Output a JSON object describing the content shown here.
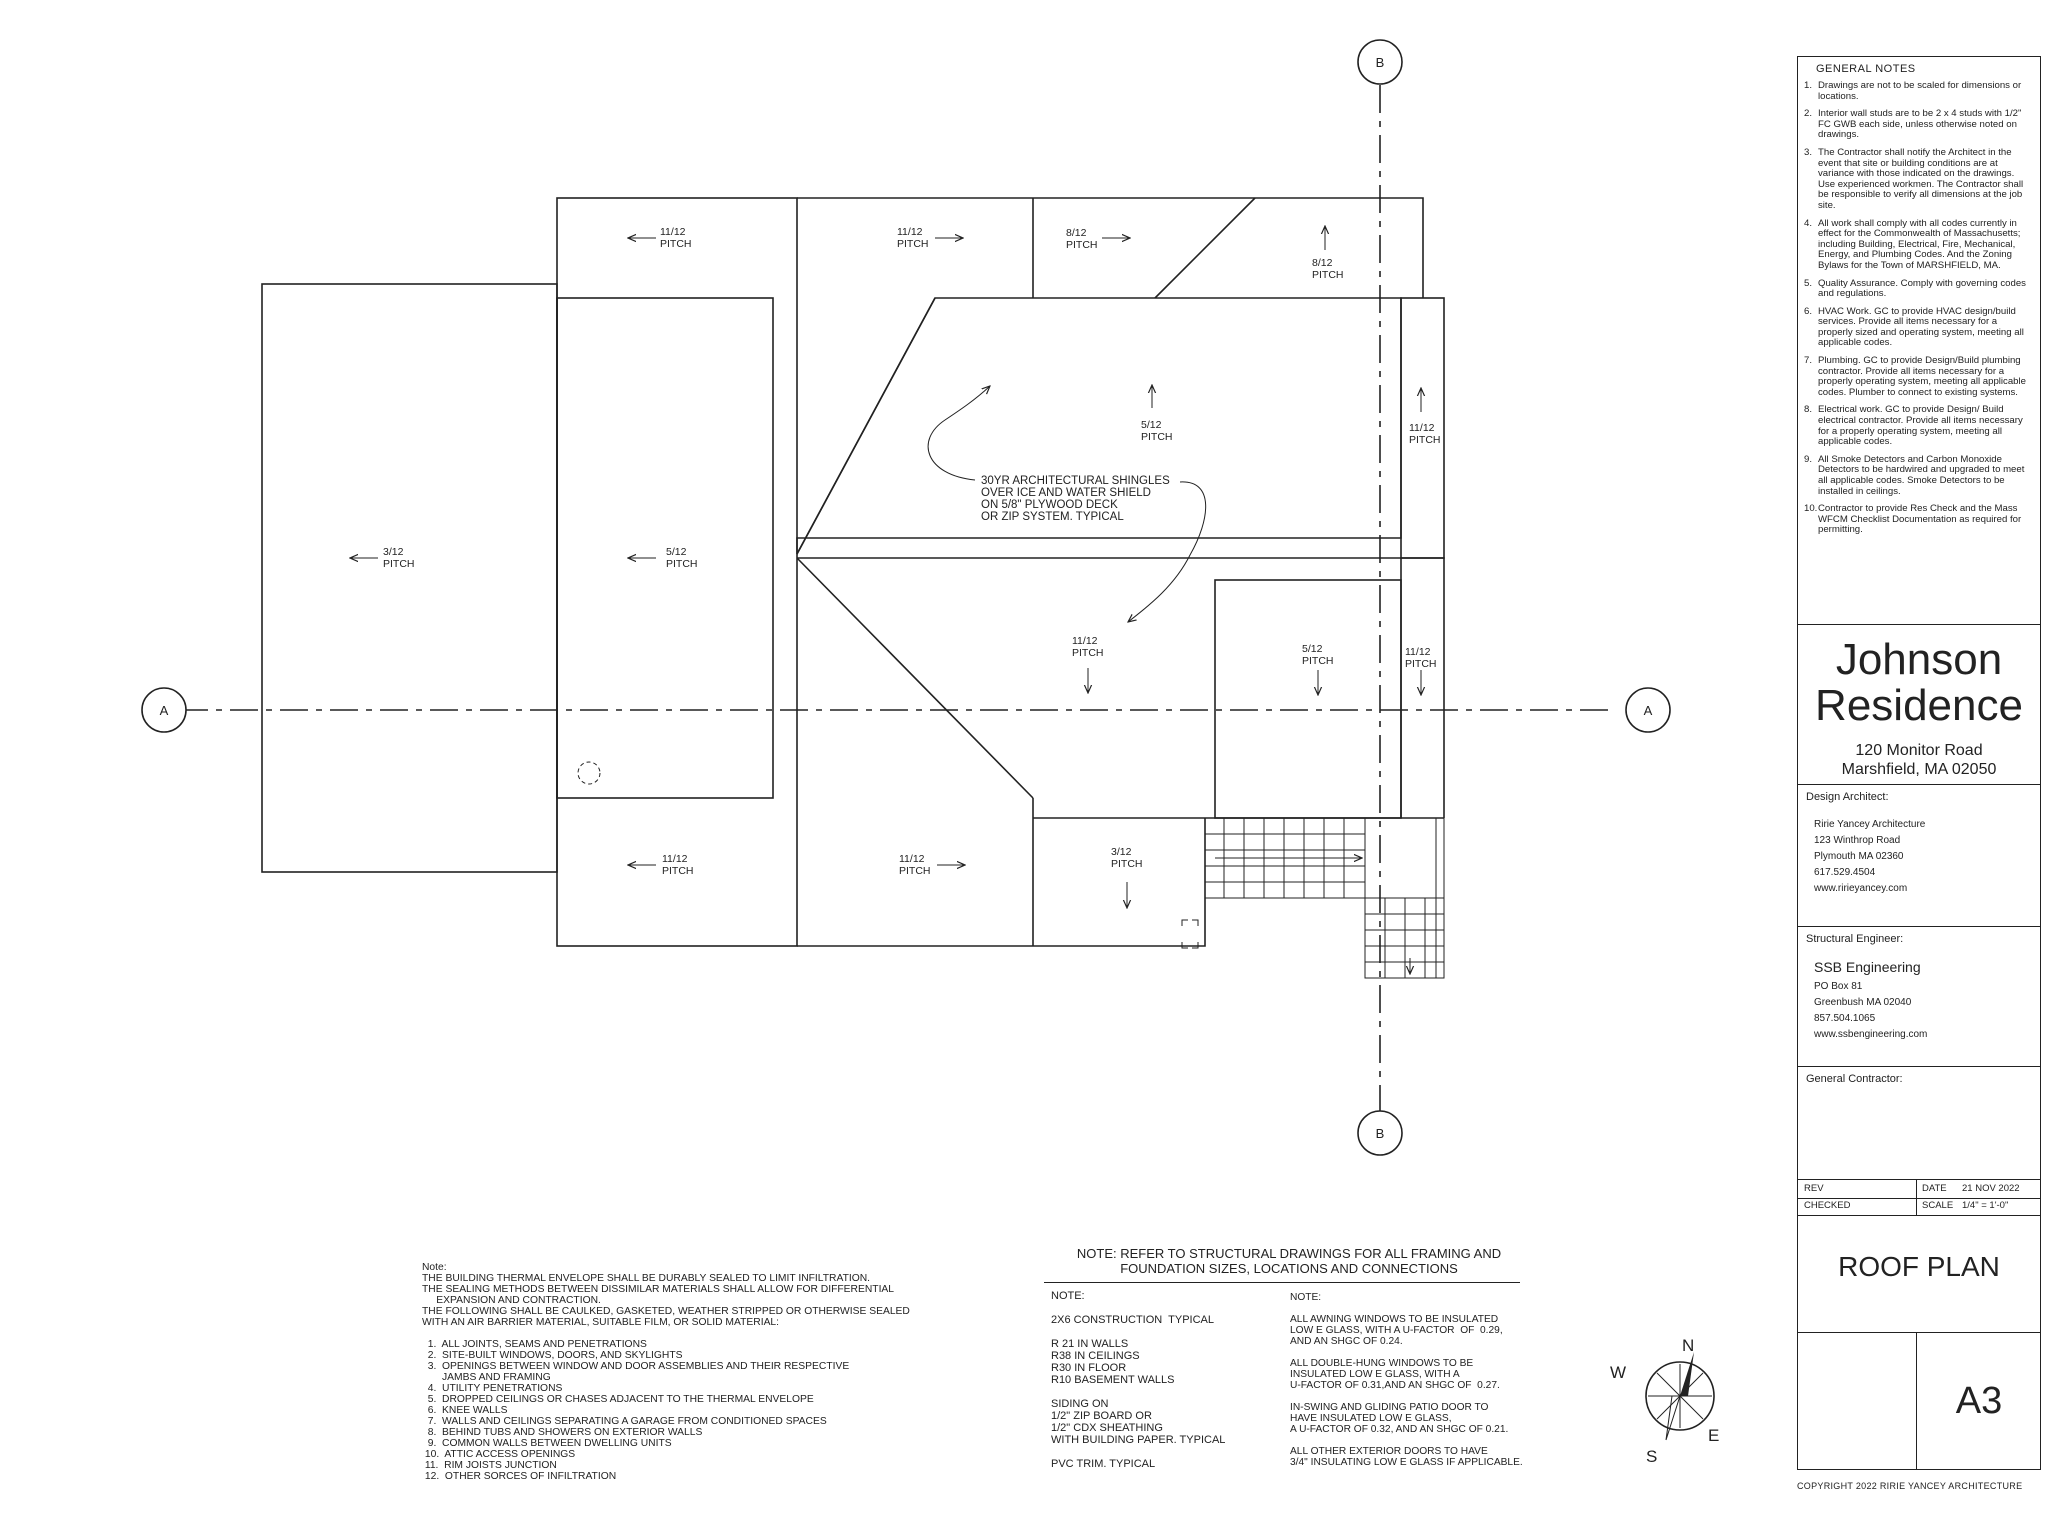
{
  "plan": {
    "pitch_labels": [
      {
        "id": "p1",
        "slope": "3/12",
        "word": "PITCH"
      },
      {
        "id": "p2",
        "slope": "5/12",
        "word": "PITCH"
      },
      {
        "id": "p3",
        "slope": "11/12",
        "word": "PITCH"
      },
      {
        "id": "p4",
        "slope": "11/12",
        "word": "PITCH"
      },
      {
        "id": "p5",
        "slope": "8/12",
        "word": "PITCH"
      },
      {
        "id": "p6",
        "slope": "8/12",
        "word": "PITCH"
      },
      {
        "id": "p7",
        "slope": "5/12",
        "word": "PITCH"
      },
      {
        "id": "p8",
        "slope": "11/12",
        "word": "PITCH"
      },
      {
        "id": "p9",
        "slope": "11/12",
        "word": "PITCH"
      },
      {
        "id": "p10",
        "slope": "5/12",
        "word": "PITCH"
      },
      {
        "id": "p11",
        "slope": "11/12",
        "word": "PITCH"
      },
      {
        "id": "p12",
        "slope": "11/12",
        "word": "PITCH"
      },
      {
        "id": "p13",
        "slope": "11/12",
        "word": "PITCH"
      },
      {
        "id": "p14",
        "slope": "3/12",
        "word": "PITCH"
      }
    ],
    "shingle_note": [
      "30YR ARCHITECTURAL SHINGLES",
      "OVER ICE AND WATER SHIELD",
      "ON 5/8\" PLYWOOD DECK",
      "OR ZIP SYSTEM.  TYPICAL"
    ],
    "section_markers": {
      "a": "A",
      "b": "B"
    }
  },
  "general_notes": {
    "title": "GENERAL NOTES",
    "items": [
      {
        "num": "1.",
        "text": "Drawings are not to be scaled for dimensions or locations."
      },
      {
        "num": "2.",
        "text": "Interior wall studs are to be 2 x 4 studs with 1/2\" FC GWB each side, unless otherwise noted on drawings."
      },
      {
        "num": "3.",
        "text": "The Contractor shall notify the Architect in the event that site or building conditions are at variance with those indicated on the drawings. Use experienced workmen. The Contractor shall be responsible to verify all dimensions at the job site."
      },
      {
        "num": "4.",
        "text": "All work shall comply with all codes currently in effect for the Commonwealth of Massachusetts; including Building, Electrical, Fire, Mechanical, Energy, and Plumbing Codes.  And the Zoning Bylaws for the Town of MARSHFIELD, MA."
      },
      {
        "num": "5.",
        "text": "Quality Assurance.  Comply with governing codes and regulations."
      },
      {
        "num": "6.",
        "text": "HVAC Work.  GC to provide HVAC design/build services.  Provide all items necessary for a properly sized and operating system, meeting all applicable codes."
      },
      {
        "num": "7.",
        "text": "Plumbing.  GC to provide Design/Build plumbing contractor.  Provide all items necessary for a properly operating system, meeting all applicable codes. Plumber to connect to existing systems."
      },
      {
        "num": "8.",
        "text": "Electrical work.  GC to provide Design/ Build electrical contractor.  Provide all items necessary for a properly operating system, meeting all applicable codes."
      },
      {
        "num": "9.",
        "text": "All Smoke Detectors and Carbon Monoxide Detectors to be hardwired and upgraded to meet all applicable codes. Smoke Detectors to be installed in ceilings."
      },
      {
        "num": "10.",
        "text": "Contractor to provide Res Check and the Mass WFCM Checklist Documentation as required for permitting."
      }
    ]
  },
  "project": {
    "name_line1": "Johnson",
    "name_line2": "Residence",
    "address1": "120 Monitor Road",
    "address2": "Marshfield, MA 02050"
  },
  "architect": {
    "label": "Design Architect:",
    "lines": [
      "Ririe Yancey Architecture",
      "123 Winthrop Road",
      "Plymouth MA  02360",
      "617.529.4504",
      "www.ririeyancey.com"
    ]
  },
  "engineer": {
    "label": "Structural Engineer:",
    "name": "SSB Engineering",
    "lines": [
      "PO Box 81",
      "Greenbush MA 02040",
      "857.504.1065",
      "www.ssbengineering.com"
    ]
  },
  "contractor": {
    "label": "General Contractor:"
  },
  "revision": {
    "rev_label": "REV",
    "date_label": "DATE",
    "date": "21 NOV 2022",
    "checked_label": "CHECKED",
    "scale_label": "SCALE",
    "scale": "1/4\" = 1'-0\""
  },
  "sheet": {
    "title": "ROOF PLAN",
    "number": "A3"
  },
  "copyright": "COPYRIGHT  2022 RIRIE YANCEY ARCHITECTURE",
  "envelope_note": {
    "lines": [
      "Note:",
      "THE BUILDING THERMAL ENVELOPE SHALL BE DURABLY SEALED TO LIMIT INFILTRATION.",
      "THE SEALING METHODS BETWEEN DISSIMILAR MATERIALS SHALL ALLOW FOR DIFFERENTIAL",
      "     EXPANSION AND CONTRACTION.",
      "THE FOLLOWING SHALL BE CAULKED, GASKETED, WEATHER STRIPPED OR OTHERWISE SEALED",
      "WITH AN AIR BARRIER MATERIAL, SUITABLE FILM, OR SOLID MATERIAL:",
      "",
      "  1.  ALL JOINTS, SEAMS AND PENETRATIONS",
      "  2.  SITE-BUILT WINDOWS, DOORS, AND SKYLIGHTS",
      "  3.  OPENINGS BETWEEN WINDOW AND DOOR ASSEMBLIES AND THEIR RESPECTIVE",
      "       JAMBS AND FRAMING",
      "  4.  UTILITY PENETRATIONS",
      "  5.  DROPPED CEILINGS OR CHASES ADJACENT TO THE THERMAL ENVELOPE",
      "  6.  KNEE WALLS",
      "  7.  WALLS AND CEILINGS SEPARATING A GARAGE FROM CONDITIONED SPACES",
      "  8.  BEHIND TUBS AND SHOWERS ON EXTERIOR WALLS",
      "  9.  COMMON WALLS BETWEEN DWELLING UNITS",
      " 10.  ATTIC ACCESS OPENINGS",
      " 11.  RIM JOISTS JUNCTION",
      " 12.  OTHER SORCES OF INFILTRATION"
    ]
  },
  "structural_note": {
    "line1": "NOTE:  REFER TO STRUCTURAL DRAWINGS FOR ALL FRAMING AND",
    "line2": "FOUNDATION  SIZES, LOCATIONS AND CONNECTIONS"
  },
  "construction_note": {
    "lines": [
      "NOTE:",
      "",
      "2X6 CONSTRUCTION  TYPICAL",
      "",
      "R 21 IN WALLS",
      "R38 IN CEILINGS",
      "R30 IN FLOOR",
      "R10 BASEMENT WALLS",
      "",
      "SIDING ON",
      "1/2\" ZIP BOARD OR",
      "1/2\" CDX SHEATHING",
      "WITH BUILDING PAPER. TYPICAL",
      "",
      "PVC TRIM. TYPICAL"
    ]
  },
  "window_note": {
    "lines": [
      "NOTE:",
      "",
      "ALL AWNING WINDOWS TO BE INSULATED",
      "LOW E GLASS, WITH A U-FACTOR  OF  0.29,",
      "AND AN SHGC OF 0.24.",
      "",
      "ALL DOUBLE-HUNG WINDOWS TO BE",
      "INSULATED LOW E GLASS, WITH A",
      "U-FACTOR OF 0.31,AND AN SHGC OF  0.27.",
      "",
      "IN-SWING AND GLIDING PATIO DOOR TO",
      "HAVE INSULATED LOW E GLASS,",
      "A U-FACTOR OF 0.32, AND AN SHGC OF 0.21.",
      "",
      "ALL OTHER EXTERIOR DOORS TO HAVE",
      "3/4\" INSULATING LOW E GLASS IF APPLICABLE."
    ]
  },
  "compass": {
    "n": "N",
    "e": "E",
    "s": "S",
    "w": "W"
  }
}
